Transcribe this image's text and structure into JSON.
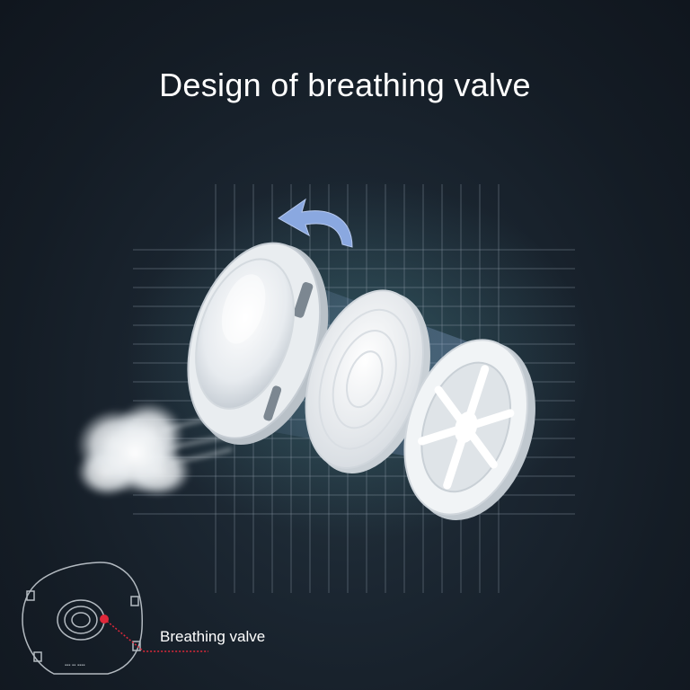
{
  "title": "Design of breathing valve",
  "callout": {
    "label": "Breathing valve"
  },
  "colors": {
    "background": "#18212b",
    "grid": "#8a97a3",
    "arrow": "#8aa8e0",
    "callout_dot": "#e0283a"
  },
  "icons": {
    "rotate_arrow": "curved-arrow-icon",
    "airflow": "exhaled-air-cloud"
  }
}
